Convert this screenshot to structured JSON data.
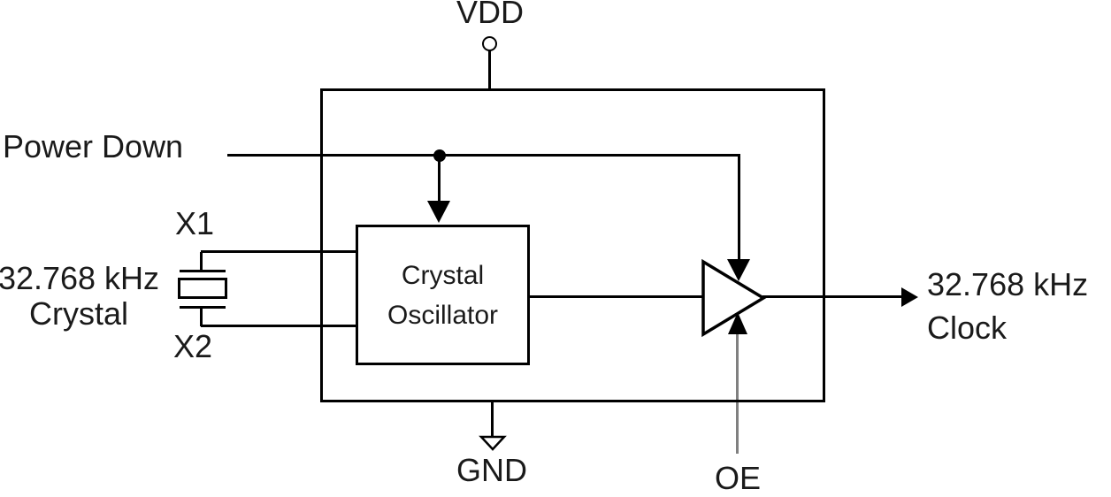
{
  "labels": {
    "vdd": "VDD",
    "power_down": "Power Down",
    "x1": "X1",
    "x2": "X2",
    "crystal_line1": "32.768 kHz",
    "crystal_line2": "Crystal",
    "oscillator_line1": "Crystal",
    "oscillator_line2": "Oscillator",
    "clock_line1": "32.768 kHz",
    "clock_line2": "Clock",
    "gnd": "GND",
    "oe": "OE"
  },
  "colors": {
    "wire": "#000000",
    "oe_wire": "#808080",
    "text": "#1a1a1a",
    "background": "#ffffff"
  }
}
